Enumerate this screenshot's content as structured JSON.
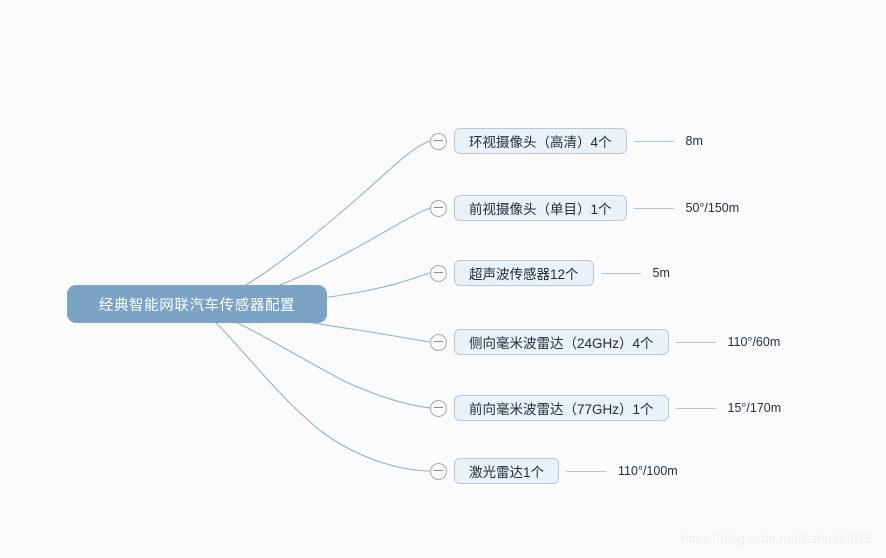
{
  "background_color": "#fbfbfb",
  "root": {
    "label": "经典智能网联汽车传感器配置",
    "fill_color": "#7ba3c4",
    "text_color": "#ffffff"
  },
  "style": {
    "branch_fill": "#eaf1f7",
    "branch_border": "#b4cadd",
    "edge_color": "#8fb3cf",
    "toggle_icon": "minus-circle-icon"
  },
  "branches": [
    {
      "label": "环视摄像头（高清）4个",
      "detail": "8m",
      "toggle": "collapse-toggle-minus"
    },
    {
      "label": "前视摄像头（单目）1个",
      "detail": "50°/150m",
      "toggle": "collapse-toggle-minus"
    },
    {
      "label": "超声波传感器12个",
      "detail": "5m",
      "toggle": "collapse-toggle-minus"
    },
    {
      "label": "侧向毫米波雷达（24GHz）4个",
      "detail": "110°/60m",
      "toggle": "collapse-toggle-minus"
    },
    {
      "label": "前向毫米波雷达（77GHz）1个",
      "detail": "15°/170m",
      "toggle": "collapse-toggle-minus"
    },
    {
      "label": "激光雷达1个",
      "detail": "110°/100m",
      "toggle": "collapse-toggle-minus"
    }
  ],
  "watermark": {
    "text": "https://blog.csdn.net/luzhufu0815"
  }
}
